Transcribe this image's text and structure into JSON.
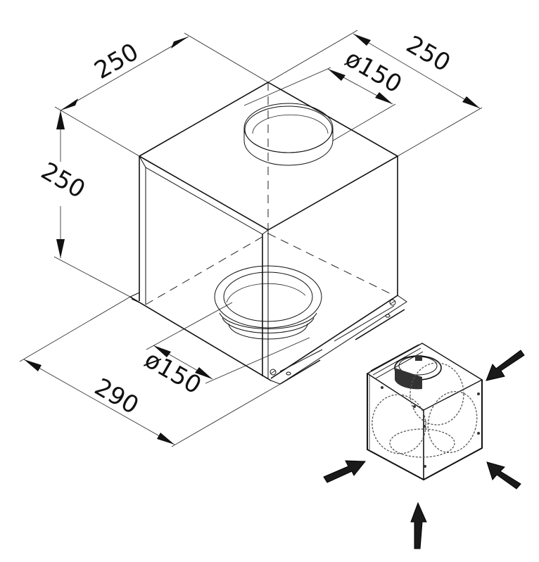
{
  "figure": {
    "type": "isometric-technical-drawing",
    "subject": "cube-shaped ventilation box with top and bottom duct spigots",
    "line_color": "#111111",
    "background": "#ffffff"
  },
  "dimensions": {
    "top_width": "250",
    "top_depth": "250",
    "height": "250",
    "top_spigot_diameter": "ø150",
    "bottom_spigot_diameter": "ø150",
    "base_length": "290"
  },
  "inset": {
    "description": "small isometric view of box with airflow arrows",
    "arrows": [
      "top-right-inlet",
      "left-inlet",
      "right-inlet",
      "bottom-inlet"
    ]
  }
}
